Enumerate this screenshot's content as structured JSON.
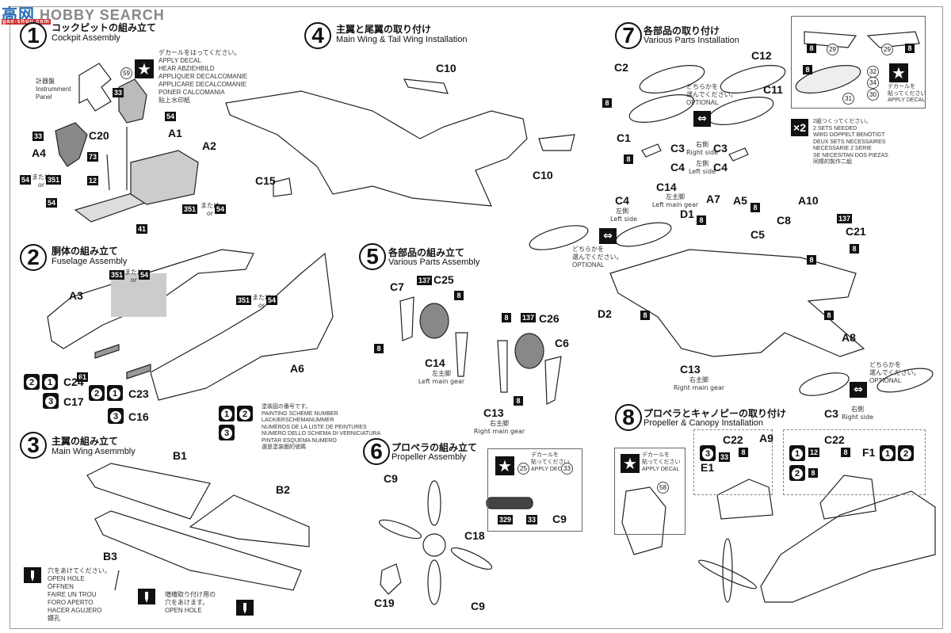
{
  "watermark": {
    "brand": "HOBBY SEARCH",
    "cn_mark": "高网",
    "url": "gao-shou.com"
  },
  "steps": [
    {
      "num": "1",
      "title_jp": "コックピットの組み立て",
      "title_en": "Cockpit Assembly"
    },
    {
      "num": "2",
      "title_jp": "胴体の組み立て",
      "title_en": "Fuselage Assembly"
    },
    {
      "num": "3",
      "title_jp": "主翼の組み立て",
      "title_en": "Main Wing Asemmbly"
    },
    {
      "num": "4",
      "title_jp": "主翼と尾翼の取り付け",
      "title_en": "Main Wing & Tail Wing Installation"
    },
    {
      "num": "5",
      "title_jp": "各部品の組み立て",
      "title_en": "Various Parts Assembly"
    },
    {
      "num": "6",
      "title_jp": "プロペラの組み立て",
      "title_en": "Propeller Assembly"
    },
    {
      "num": "7",
      "title_jp": "各部品の取り付け",
      "title_en": "Various Parts Installation"
    },
    {
      "num": "8",
      "title_jp": "プロペラとキャノピーの取り付け",
      "title_en": "Propeller & Canopy Installation"
    }
  ],
  "notes": {
    "apply_decal_multi": "デカールをはってください。\nAPPLY DECAL\nHEAR ABZIEHBILD\nAPPLIQUER DECALCOMANIE\nAPPLICARE DECALCOMANIE\nPONER CALCOMANIA\n貼上水印紙",
    "apply_decal_short": "デカールを\n貼ってください\nAPPLY DECAL",
    "two_sets": "2組つくってください。\n2 SETS NEEDED\nWIRD DOPPELT BENÖTIGT\nDEUX SETS NECESSAIRES\nNECESSARIE 2 SERIE\nSE NECESITAN DOS PIEZAS\n同樣的製作二組",
    "two_sets_badge": "×2",
    "painting_scheme": "塗装図の番号です。\nPAINTING SCHEME NUMBER\nLACKIERSCHEMANUMMER\nNUMÉROS DE LA LISTE DE PEINTURES\nNUMERO DELLO SCHEMA DI VERNICIATURA\nPINTAR ESQUEMA NUMERO\n選是塗装圖的號碼",
    "open_hole_multi": "穴をあけてください。\nOPEN HOLE\nÖFFNEN\nFAIRE UN TROU\nFORO APERTO\nHACER AGUJERO\n鑽孔",
    "open_hole_tank": "増槽取り付け用の\n穴をあけます。\nOPEN HOLE",
    "optional": "どちらかを\n選んでください。\nOPTIONAL",
    "or_jp": "または",
    "or_en": "or",
    "instrument_panel_jp": "計器盤",
    "instrument_panel_en": "Instrumment\nPanel"
  },
  "side_labels": {
    "right_jp": "右側",
    "right_en": "Right side",
    "left_jp": "左側",
    "left_en": "Left side",
    "left_gear_jp": "左主脚",
    "left_gear_en": "Left main gear",
    "right_gear_jp": "右主脚",
    "right_gear_en": "Right main gear"
  },
  "parts": {
    "A1": "A1",
    "A2": "A2",
    "A3": "A3",
    "A4": "A4",
    "A5": "A5",
    "A6": "A6",
    "A7": "A7",
    "A8": "A8",
    "A9": "A9",
    "A10": "A10",
    "B1": "B1",
    "B2": "B2",
    "B3": "B3",
    "C1": "C1",
    "C2": "C2",
    "C3": "C3",
    "C4": "C4",
    "C5": "C5",
    "C6": "C6",
    "C7": "C7",
    "C8": "C8",
    "C9": "C9",
    "C10": "C10",
    "C11": "C11",
    "C12": "C12",
    "C13": "C13",
    "C14": "C14",
    "C15": "C15",
    "C16": "C16",
    "C17": "C17",
    "C18": "C18",
    "C19": "C19",
    "C20": "C20",
    "C21": "C21",
    "C22": "C22",
    "C23": "C23",
    "C24": "C24",
    "C25": "C25",
    "C26": "C26",
    "D1": "D1",
    "D2": "D2",
    "E1": "E1",
    "F1": "F1"
  },
  "paint_codes": {
    "c8": "8",
    "c12": "12",
    "c33": "33",
    "c41": "41",
    "c54": "54",
    "c61": "61",
    "c73": "73",
    "c137": "137",
    "c329": "329",
    "c351": "351"
  },
  "decal_numbers": {
    "d25": "25",
    "d29": "29",
    "d30": "30",
    "d31": "31",
    "d32": "32",
    "d33": "33",
    "d34": "34",
    "d58": "58",
    "d59": "59"
  },
  "schemes": {
    "s1": "1",
    "s2": "2",
    "s3": "3"
  },
  "icons": {
    "star": "★",
    "optional_arrows": "⇔"
  }
}
